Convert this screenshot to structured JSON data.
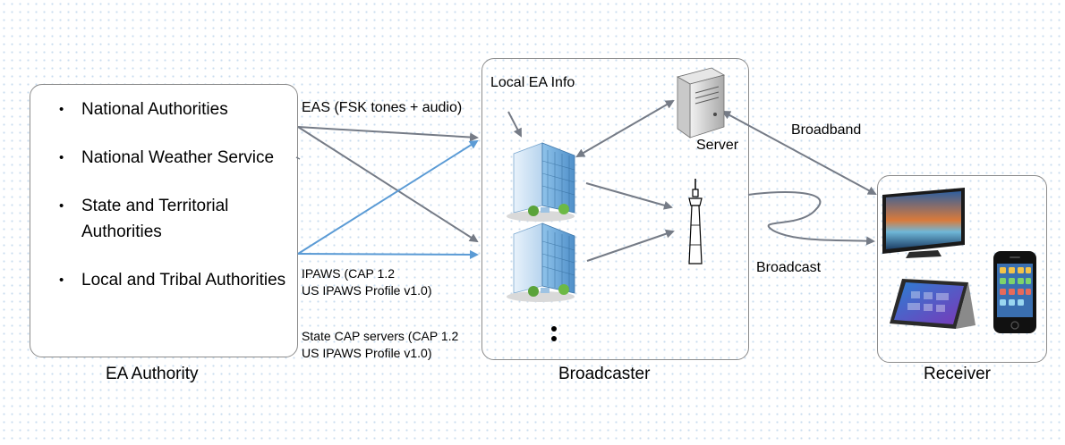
{
  "authority": {
    "items": [
      "National Authorities",
      "National Weather Service",
      "State and Territorial Authorities",
      "Local and Tribal Authorities"
    ],
    "caption": "EA Authority"
  },
  "links": {
    "eas": "EAS (FSK tones + audio)",
    "ipaws_line1": "IPAWS (CAP 1.2",
    "ipaws_line2": "US IPAWS Profile v1.0)",
    "state_line1": "State CAP servers (CAP 1.2",
    "state_line2": "US IPAWS Profile v1.0)"
  },
  "broadcaster": {
    "local_info": "Local EA Info",
    "server": "Server",
    "caption": "Broadcaster"
  },
  "channels": {
    "broadband": "Broadband",
    "broadcast": "Broadcast"
  },
  "receiver": {
    "caption": "Receiver"
  },
  "colors": {
    "gray_arrow": "#757b86",
    "blue_arrow": "#5b9bd5"
  }
}
